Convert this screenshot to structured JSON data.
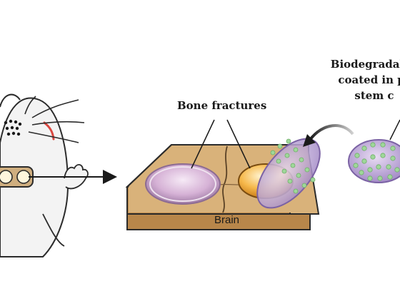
{
  "labels": {
    "bone_fractures": "Bone fractures",
    "scaffold_line1": "Biodegradable",
    "scaffold_line2": "coated in pr",
    "scaffold_line3": "stem c",
    "brain": "Brain"
  },
  "colors": {
    "skull_top": "#d9b27a",
    "skull_side": "#b8864a",
    "outline": "#2b2b2b",
    "fracture_left": "#c9a0c8",
    "fracture_right": "#f2a43a",
    "scaffold": "#b59ad0",
    "stem_cells": "#9fd79a",
    "arrow": "#1a1a1a",
    "curved_arrow_gradient_end": "#bdbdbd"
  },
  "icons": [
    "mouse-illustration",
    "skull-block",
    "scaffold-disc",
    "stem-cell-dot",
    "arrow"
  ]
}
